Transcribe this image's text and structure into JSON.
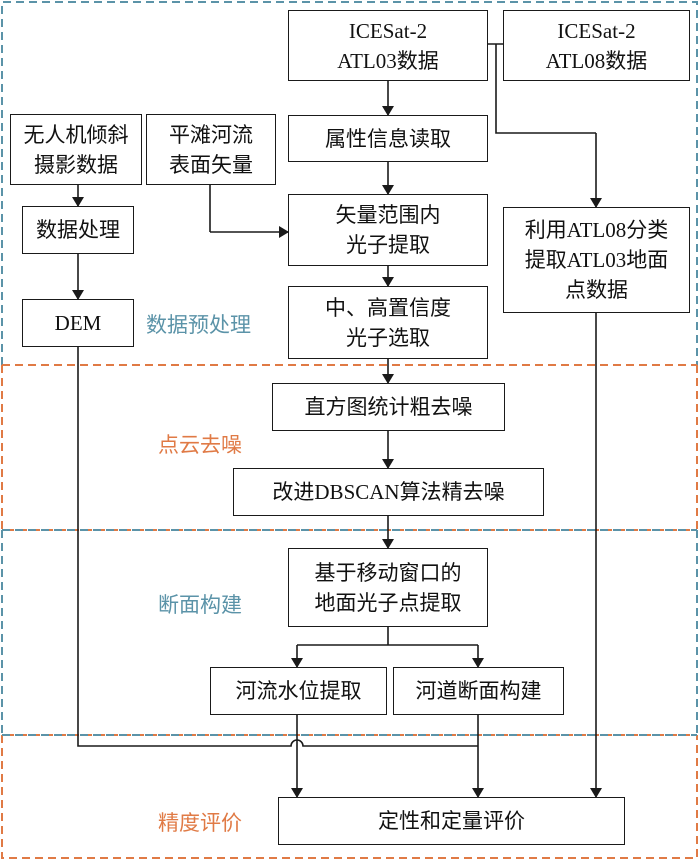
{
  "colors": {
    "section_blue": "#5b93a8",
    "section_orange": "#e07a45",
    "line": "#1a1a1a"
  },
  "stages": [
    {
      "id": "preprocess",
      "label": "数据预处理",
      "color": "blue"
    },
    {
      "id": "denoise",
      "label": "点云去噪",
      "color": "orange"
    },
    {
      "id": "section",
      "label": "断面构建",
      "color": "blue"
    },
    {
      "id": "accuracy",
      "label": "精度评价",
      "color": "orange"
    }
  ],
  "nodes": {
    "atl03": "ICESat-2\nATL03数据",
    "atl08": "ICESat-2\nATL08数据",
    "attr_read": "属性信息读取",
    "uav": "无人机倾斜\n摄影数据",
    "river_vector": "平滩河流\n表面矢量",
    "vector_extract": "矢量范围内\n光子提取",
    "data_process": "数据处理",
    "confidence_select": "中、高置信度\n光子选取",
    "dem": "DEM",
    "atl08_classify": "利用ATL08分类\n提取ATL03地面\n点数据",
    "histogram_denoise": "直方图统计粗去噪",
    "dbscan_denoise": "改进DBSCAN算法精去噪",
    "moving_window": "基于移动窗口的\n地面光子点提取",
    "water_level": "河流水位提取",
    "channel_section": "河道断面构建",
    "evaluation": "定性和定量评价"
  }
}
